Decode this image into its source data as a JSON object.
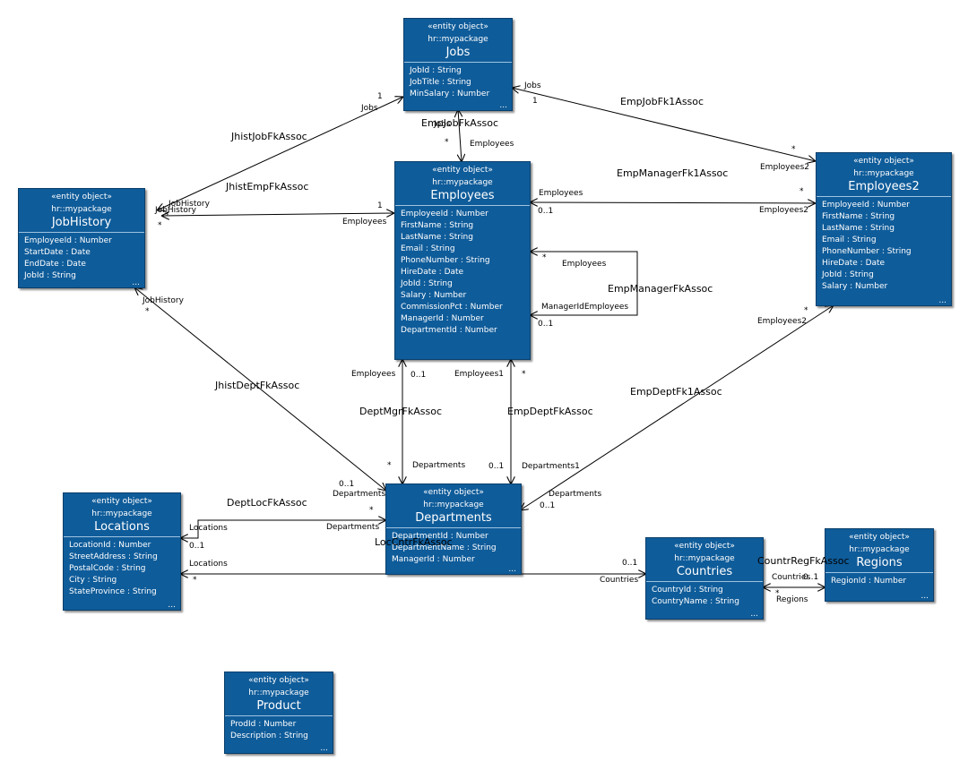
{
  "stereotype": "«entity object»",
  "package": "hr::mypackage",
  "more": "...",
  "entities": {
    "jobs": {
      "name": "Jobs",
      "attrs": [
        "JobId  : String",
        "JobTitle  : String",
        "MinSalary  : Number"
      ]
    },
    "employees": {
      "name": "Employees",
      "attrs": [
        "EmployeeId  : Number",
        "FirstName  : String",
        "LastName  : String",
        "Email  : String",
        "PhoneNumber  : String",
        "HireDate  : Date",
        "JobId  : String",
        "Salary  : Number",
        "CommissionPct  : Number",
        "ManagerId  : Number",
        "DepartmentId  : Number"
      ]
    },
    "employees2": {
      "name": "Employees2",
      "attrs": [
        "EmployeeId  : Number",
        "FirstName  : String",
        "LastName  : String",
        "Email  : String",
        "PhoneNumber  : String",
        "HireDate  : Date",
        "JobId  : String",
        "Salary  : Number"
      ]
    },
    "jobhistory": {
      "name": "JobHistory",
      "attrs": [
        "EmployeeId  : Number",
        "StartDate  : Date",
        "EndDate  : Date",
        "JobId  : String"
      ]
    },
    "departments": {
      "name": "Departments",
      "attrs": [
        "DepartmentId  : Number",
        "DepartmentName  : String",
        "ManagerId  : Number"
      ]
    },
    "locations": {
      "name": "Locations",
      "attrs": [
        "LocationId  : Number",
        "StreetAddress  : String",
        "PostalCode  : String",
        "City  : String",
        "StateProvince  : String"
      ]
    },
    "countries": {
      "name": "Countries",
      "attrs": [
        "CountryId  : String",
        "CountryName  : String"
      ]
    },
    "regions": {
      "name": "Regions",
      "attrs": [
        "RegionId  : Number"
      ]
    },
    "product": {
      "name": "Product",
      "attrs": [
        "ProdId  : Number",
        "Description  : String"
      ]
    }
  },
  "associations": {
    "jhist_job": "JhistJobFkAssoc",
    "jhist_emp": "JhistEmpFkAssoc",
    "jhist_dept": "JhistDeptFkAssoc",
    "emp_job": "EmpJobFkAssoc",
    "emp_job1": "EmpJobFk1Assoc",
    "emp_manager1": "EmpManagerFk1Assoc",
    "emp_manager": "EmpManagerFkAssoc",
    "dept_mgr": "DeptMgrFkAssoc",
    "emp_dept": "EmpDeptFkAssoc",
    "emp_dept1": "EmpDeptFk1Assoc",
    "dept_loc": "DeptLocFkAssoc",
    "loc_cntr": "LocCntrFkAssoc",
    "cntr_reg": "CountrRegFkAssoc"
  },
  "roles": {
    "jobs_hist_mult": "1",
    "jobs_hist_role": "Jobs",
    "hist_job_role": "JobHistory",
    "hist_job_mult": "*",
    "hist_emp_role": "JobHistory",
    "hist_emp_mult": "*",
    "emp_hist_role": "Employees",
    "emp_hist_mult": "1",
    "jobs_emp_role": "Jobs",
    "emp_jobs_mult": "*",
    "emp_jobs_role": "Employees",
    "jobs_e2_role": "Jobs",
    "jobs_e2_mult": "1",
    "e2_jobs_mult": "*",
    "e2_jobs_role": "Employees2",
    "emp_e2_role": "Employees",
    "emp_e2_mult": "0..1",
    "e2_emp_mult": "*",
    "e2_emp_role": "Employees2",
    "self_mult_top": "*",
    "self_role_top": "Employees",
    "self_role_bottom": "ManagerIdEmployees",
    "self_mult_bottom": "0..1",
    "emp_mgr_role": "Employees",
    "emp_mgr_mult": "0..1",
    "emp_dept_role": "Employees1",
    "emp_dept_mult": "*",
    "dept_mgr_mult": "*",
    "dept_mgr_role": "Departments",
    "dept_emp_mult": "0..1",
    "dept_emp_role": "Departments1",
    "hist_dept_role": "JobHistory",
    "hist_dept_mult": "*",
    "dept_hist_mult": "0..1",
    "dept_hist_role": "Departments",
    "e2_dept_mult": "*",
    "e2_dept_role": "Employees2",
    "dept_e2_role": "Departments",
    "dept_e2_mult": "0..1",
    "loc_dept_role": "Locations",
    "loc_dept_mult": "0..1",
    "dept_loc_role": "Departments",
    "dept_loc_mult": "*",
    "loc_cntr_role": "Locations",
    "loc_cntr_mult": "*",
    "cntr_loc_mult": "0..1",
    "cntr_loc_role": "Countries",
    "cntr_reg_role": "Countries",
    "cntr_reg_mult": "*",
    "reg_cntr_mult": "0..1",
    "reg_cntr_role": "Regions"
  }
}
